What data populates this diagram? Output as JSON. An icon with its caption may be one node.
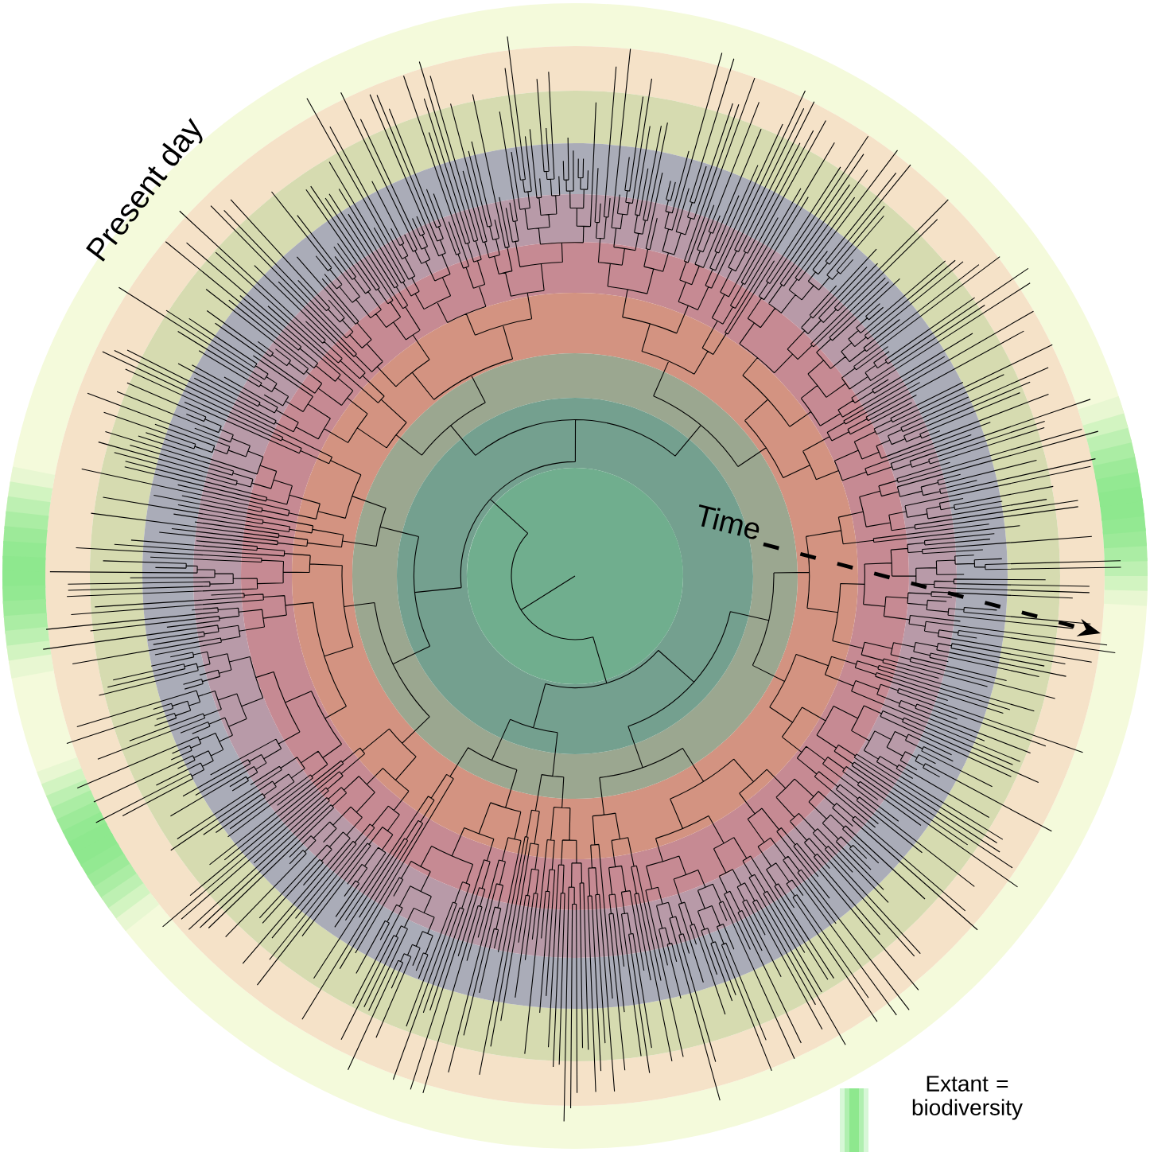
{
  "diagram": {
    "labels": [
      "Present day",
      "Time"
    ],
    "legend": [
      {
        "text": "Extant = biodiversity",
        "color": "#8ee88e"
      }
    ]
  }
}
